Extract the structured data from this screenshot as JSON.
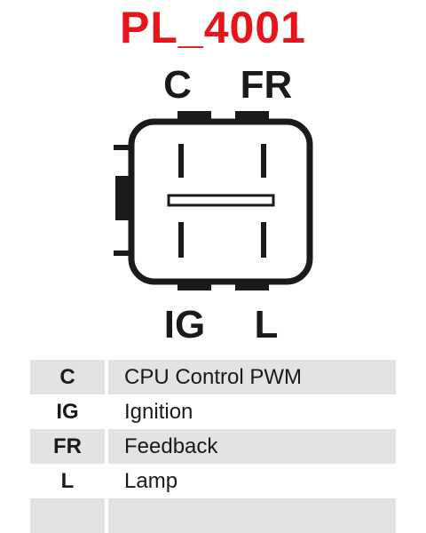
{
  "title": "PL_4001",
  "colors": {
    "title": "#e8141b",
    "stroke": "#1a1a1a",
    "row_shade": "#e3e3e3"
  },
  "pins": {
    "top_left": "C",
    "top_right": "FR",
    "bottom_left": "IG",
    "bottom_right": "L"
  },
  "legend": [
    {
      "code": "C",
      "description": "CPU Control PWM",
      "shaded": true
    },
    {
      "code": "IG",
      "description": "Ignition",
      "shaded": false
    },
    {
      "code": "FR",
      "description": "Feedback",
      "shaded": true
    },
    {
      "code": "L",
      "description": "Lamp",
      "shaded": false
    },
    {
      "code": "",
      "description": "",
      "shaded": true
    }
  ]
}
